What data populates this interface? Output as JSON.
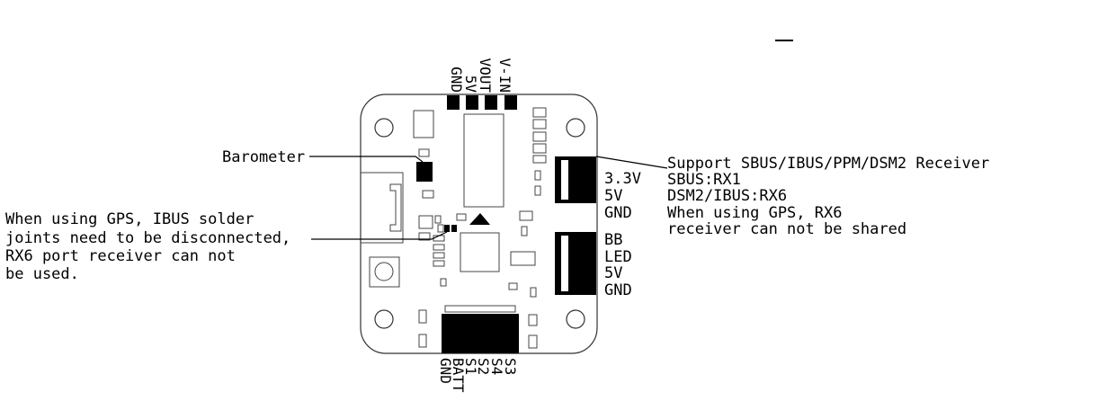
{
  "top_pins": [
    "GND",
    "5V",
    "VOUT",
    "V-IN"
  ],
  "bottom_pins": [
    "GND",
    "BATT",
    "S1",
    "S2",
    "S4",
    "S3"
  ],
  "right_pins_upper": [
    "3.3V",
    "5V",
    "GND"
  ],
  "right_pins_lower": [
    "BB",
    "LED",
    "5V",
    "GND"
  ],
  "barometer_label": "Barometer",
  "gps_note": [
    "When using GPS, IBUS solder",
    "joints need to be disconnected,",
    "RX6 port receiver can not",
    "be used."
  ],
  "receiver_note": [
    "Support SBUS/IBUS/PPM/DSM2 Receiver",
    "SBUS:RX1",
    "DSM2/IBUS:RX6",
    "When using GPS, RX6",
    "receiver can not be shared"
  ]
}
